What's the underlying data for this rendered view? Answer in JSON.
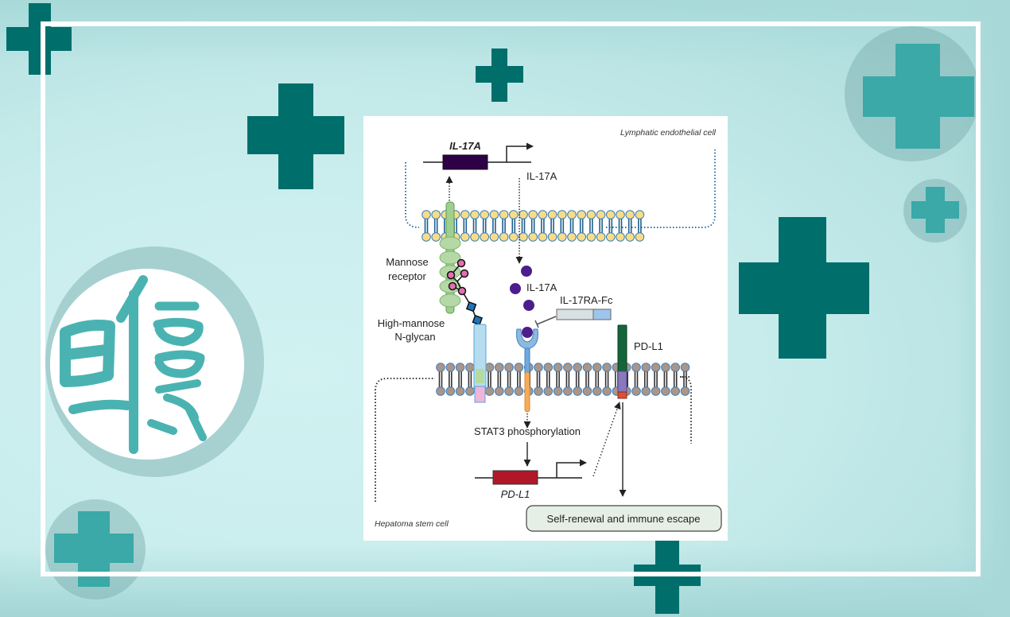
{
  "page": {
    "background_color": "#c8ecec",
    "frame_color": "#ffffff",
    "cross_color_dark": "#006e6b",
    "cross_color_light": "#3aa9a7",
    "decorations": [
      {
        "name": "cross-top-left",
        "icon": "medical-cross-icon"
      },
      {
        "name": "cross-top-center-large",
        "icon": "medical-cross-icon"
      },
      {
        "name": "cross-top-center-small",
        "icon": "medical-cross-icon"
      },
      {
        "name": "cross-top-right-in-circle",
        "icon": "medical-cross-icon"
      },
      {
        "name": "cross-right-small-in-circle",
        "icon": "medical-cross-icon"
      },
      {
        "name": "cross-right-large",
        "icon": "medical-cross-icon"
      },
      {
        "name": "cross-bottom-left-in-circle",
        "icon": "medical-cross-icon"
      },
      {
        "name": "cross-bottom-center",
        "icon": "medical-cross-icon"
      }
    ],
    "logo": {
      "icon": "calligraphy-seal-logo-icon",
      "color": "#4ab3b2"
    }
  },
  "diagram": {
    "top_cell_label": "Lymphatic endothelial cell",
    "bottom_cell_label": "Hepatoma stem cell",
    "gene_il17a": "IL-17A",
    "secreted_il17a": "IL-17A",
    "extracellular_il17a": "IL-17A",
    "mannose_receptor": [
      "Mannose",
      "receptor"
    ],
    "high_mannose": [
      "High-mannose",
      "N-glycan"
    ],
    "il17ra_fc": "IL-17RA-Fc",
    "pdl1_protein": "PD-L1",
    "stat3": "STAT3 phosphorylation",
    "gene_pdl1": "PD-L1",
    "outcome": "Self-renewal and immune escape",
    "colors": {
      "il17a_gene": "#2e0046",
      "pdl1_gene": "#b0182a",
      "ligand": "#4b1e8c",
      "top_membrane_head": "#f7dc8a",
      "top_membrane_tail": "#1f5f8f",
      "bottom_membrane_head": "#ad9585",
      "bottom_membrane_tail": "#333333",
      "mannose_receptor": "#b4d9a6",
      "glycan_pink": "#e46fb0",
      "glycan_blue": "#1f74b8",
      "pdl1_green": "#14663a",
      "pdl1_purple": "#8a78bd",
      "pdl1_red": "#d9513a",
      "outcome_fill": "#e6efe6",
      "dotted_outline": "#2d6fa8"
    }
  }
}
